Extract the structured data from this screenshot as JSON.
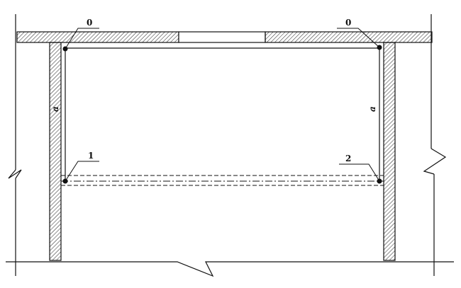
{
  "labels": {
    "point_top_left": "0",
    "point_top_right": "0",
    "point_bottom_left": "1",
    "point_bottom_right": "2",
    "dim_left": "a",
    "dim_right": "a"
  },
  "colors": {
    "line": "#111111",
    "hatch_fill": "#f2f2f2",
    "background": "#ffffff"
  }
}
